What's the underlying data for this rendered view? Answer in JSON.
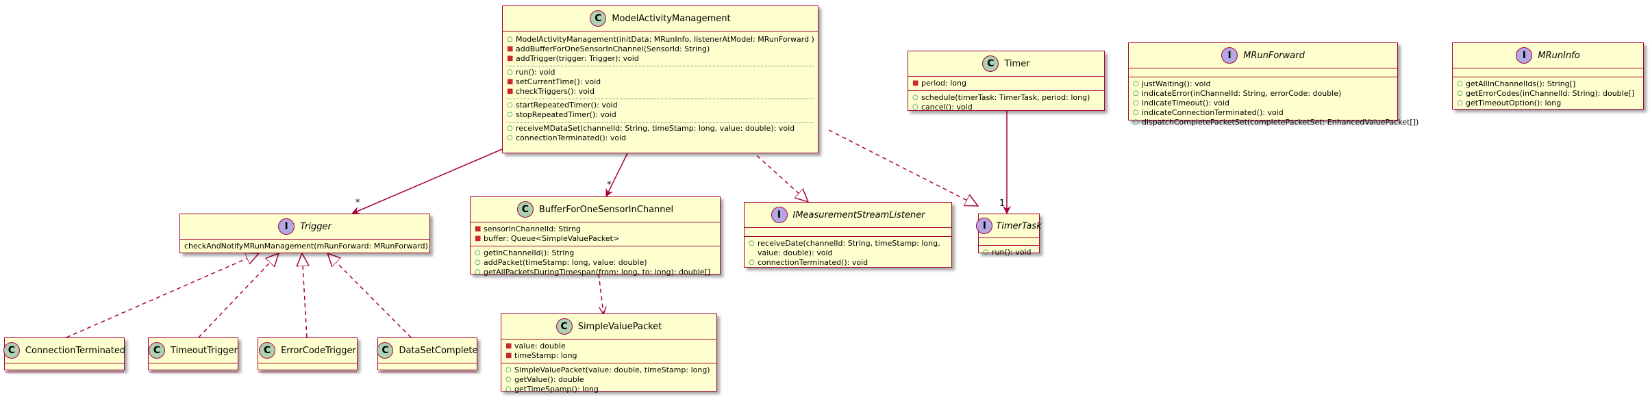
{
  "colors": {
    "box_fill": "#FEFECE",
    "border": "#A80036",
    "class_badge": "#ADD1B2",
    "interface_badge": "#B4A7E5",
    "public": "#038048",
    "private": "#C82930"
  },
  "classes": {
    "model": {
      "name": "ModelActivityManagement",
      "kind": "C",
      "groups": [
        [
          {
            "vis": "+",
            "text": "ModelActivityManagement(initData: MRunInfo, listenerAtModel: MRunForward )"
          },
          {
            "vis": "-",
            "text": "addBufferForOneSensorInChannel(SensorId: String)"
          },
          {
            "vis": "-",
            "text": "addTrigger(trigger: Trigger): void"
          }
        ],
        [
          {
            "vis": "+",
            "text": "run(): void"
          },
          {
            "vis": "-",
            "text": "setCurrentTime(): void"
          },
          {
            "vis": "-",
            "text": "checkTriggers(): void"
          }
        ],
        [
          {
            "vis": "+",
            "text": "startRepeatedTimer(): void"
          },
          {
            "vis": "+",
            "text": "stopRepeatedTimer(): void"
          }
        ],
        [
          {
            "vis": "+",
            "text": "receiveMDataSet(channelId: String, timeStamp: long, value: double): void"
          },
          {
            "vis": "+",
            "text": "connectionTerminated(): void"
          }
        ]
      ]
    },
    "timer": {
      "name": "Timer",
      "kind": "C",
      "fields": [
        {
          "vis": "-",
          "text": "period: long"
        }
      ],
      "methods": [
        {
          "vis": "+",
          "text": "schedule(timerTask: TimerTask, period: long)"
        },
        {
          "vis": "+",
          "text": "cancel(): void"
        }
      ]
    },
    "mrunforward": {
      "name": "MRunForward",
      "kind": "I",
      "methods": [
        {
          "vis": "+",
          "text": "justWaiting():  void"
        },
        {
          "vis": "+",
          "text": "indicateError(inChannelId: String, errorCode: double)"
        },
        {
          "vis": "+",
          "text": "indicateTimeout(): void"
        },
        {
          "vis": "+",
          "text": "indicateConnectionTerminated(): void"
        },
        {
          "vis": "+",
          "text": "dispatchCompletePacketSet(completePacketSet: EnhancedValuePacket[])"
        }
      ]
    },
    "mruninfo": {
      "name": "MRunInfo",
      "kind": "I",
      "methods": [
        {
          "vis": "+",
          "text": "getAllInChannelIds(): String[]"
        },
        {
          "vis": "+",
          "text": "getErrorCodes(inChannelId: String): double[]"
        },
        {
          "vis": "+",
          "text": "getTimeoutOption(): long"
        }
      ]
    },
    "trigger": {
      "name": "Trigger",
      "kind": "I",
      "methods_plain": [
        "checkAndNotifyMRunManagement(mRunForward: MRunForward)"
      ]
    },
    "buffer": {
      "name": "BufferForOneSensorInChannel",
      "kind": "C",
      "fields": [
        {
          "vis": "-",
          "text": "sensorInChannelId: Stirng"
        },
        {
          "vis": "-",
          "text": "buffer: Queue<SimpleValuePacket>"
        }
      ],
      "methods": [
        {
          "vis": "+",
          "text": "getInChannelId(): String"
        },
        {
          "vis": "+",
          "text": "addPacket(timeStamp: long, value: double)"
        },
        {
          "vis": "+",
          "text": "getAllPacketsDuringTimespan(from: long, to: long): double[]"
        }
      ]
    },
    "listener": {
      "name": "IMeasurementStreamListener",
      "kind": "I",
      "methods": [
        {
          "vis": "+",
          "text": "receiveDate(channelId: String, timeStamp: long,"
        },
        {
          "vis": "",
          "text": "value: double): void"
        },
        {
          "vis": "+",
          "text": "connectionTerminated(): void"
        }
      ]
    },
    "timertask": {
      "name": "TimerTask",
      "kind": "I",
      "methods": [
        {
          "vis": "+",
          "text": "run(): void"
        }
      ]
    },
    "simple": {
      "name": "SimpleValuePacket",
      "kind": "C",
      "fields": [
        {
          "vis": "-",
          "text": "value: double"
        },
        {
          "vis": "-",
          "text": "timeStamp: long"
        }
      ],
      "methods": [
        {
          "vis": "+",
          "text": "SimpleValuePacket(value: double, timeStamp: long)"
        },
        {
          "vis": "+",
          "text": "getValue(): double"
        },
        {
          "vis": "+",
          "text": "getTimeSpamp(): long"
        }
      ]
    },
    "conn": {
      "name": "ConnectionTerminated",
      "kind": "C"
    },
    "timeout": {
      "name": "TimeoutTrigger",
      "kind": "C"
    },
    "errcode": {
      "name": "ErrorCodeTrigger",
      "kind": "C"
    },
    "dataset": {
      "name": "DataSetComplete",
      "kind": "C"
    }
  },
  "multiplicities": {
    "model_trigger": "*",
    "model_buffer": "*",
    "timer_timertask": "1"
  }
}
